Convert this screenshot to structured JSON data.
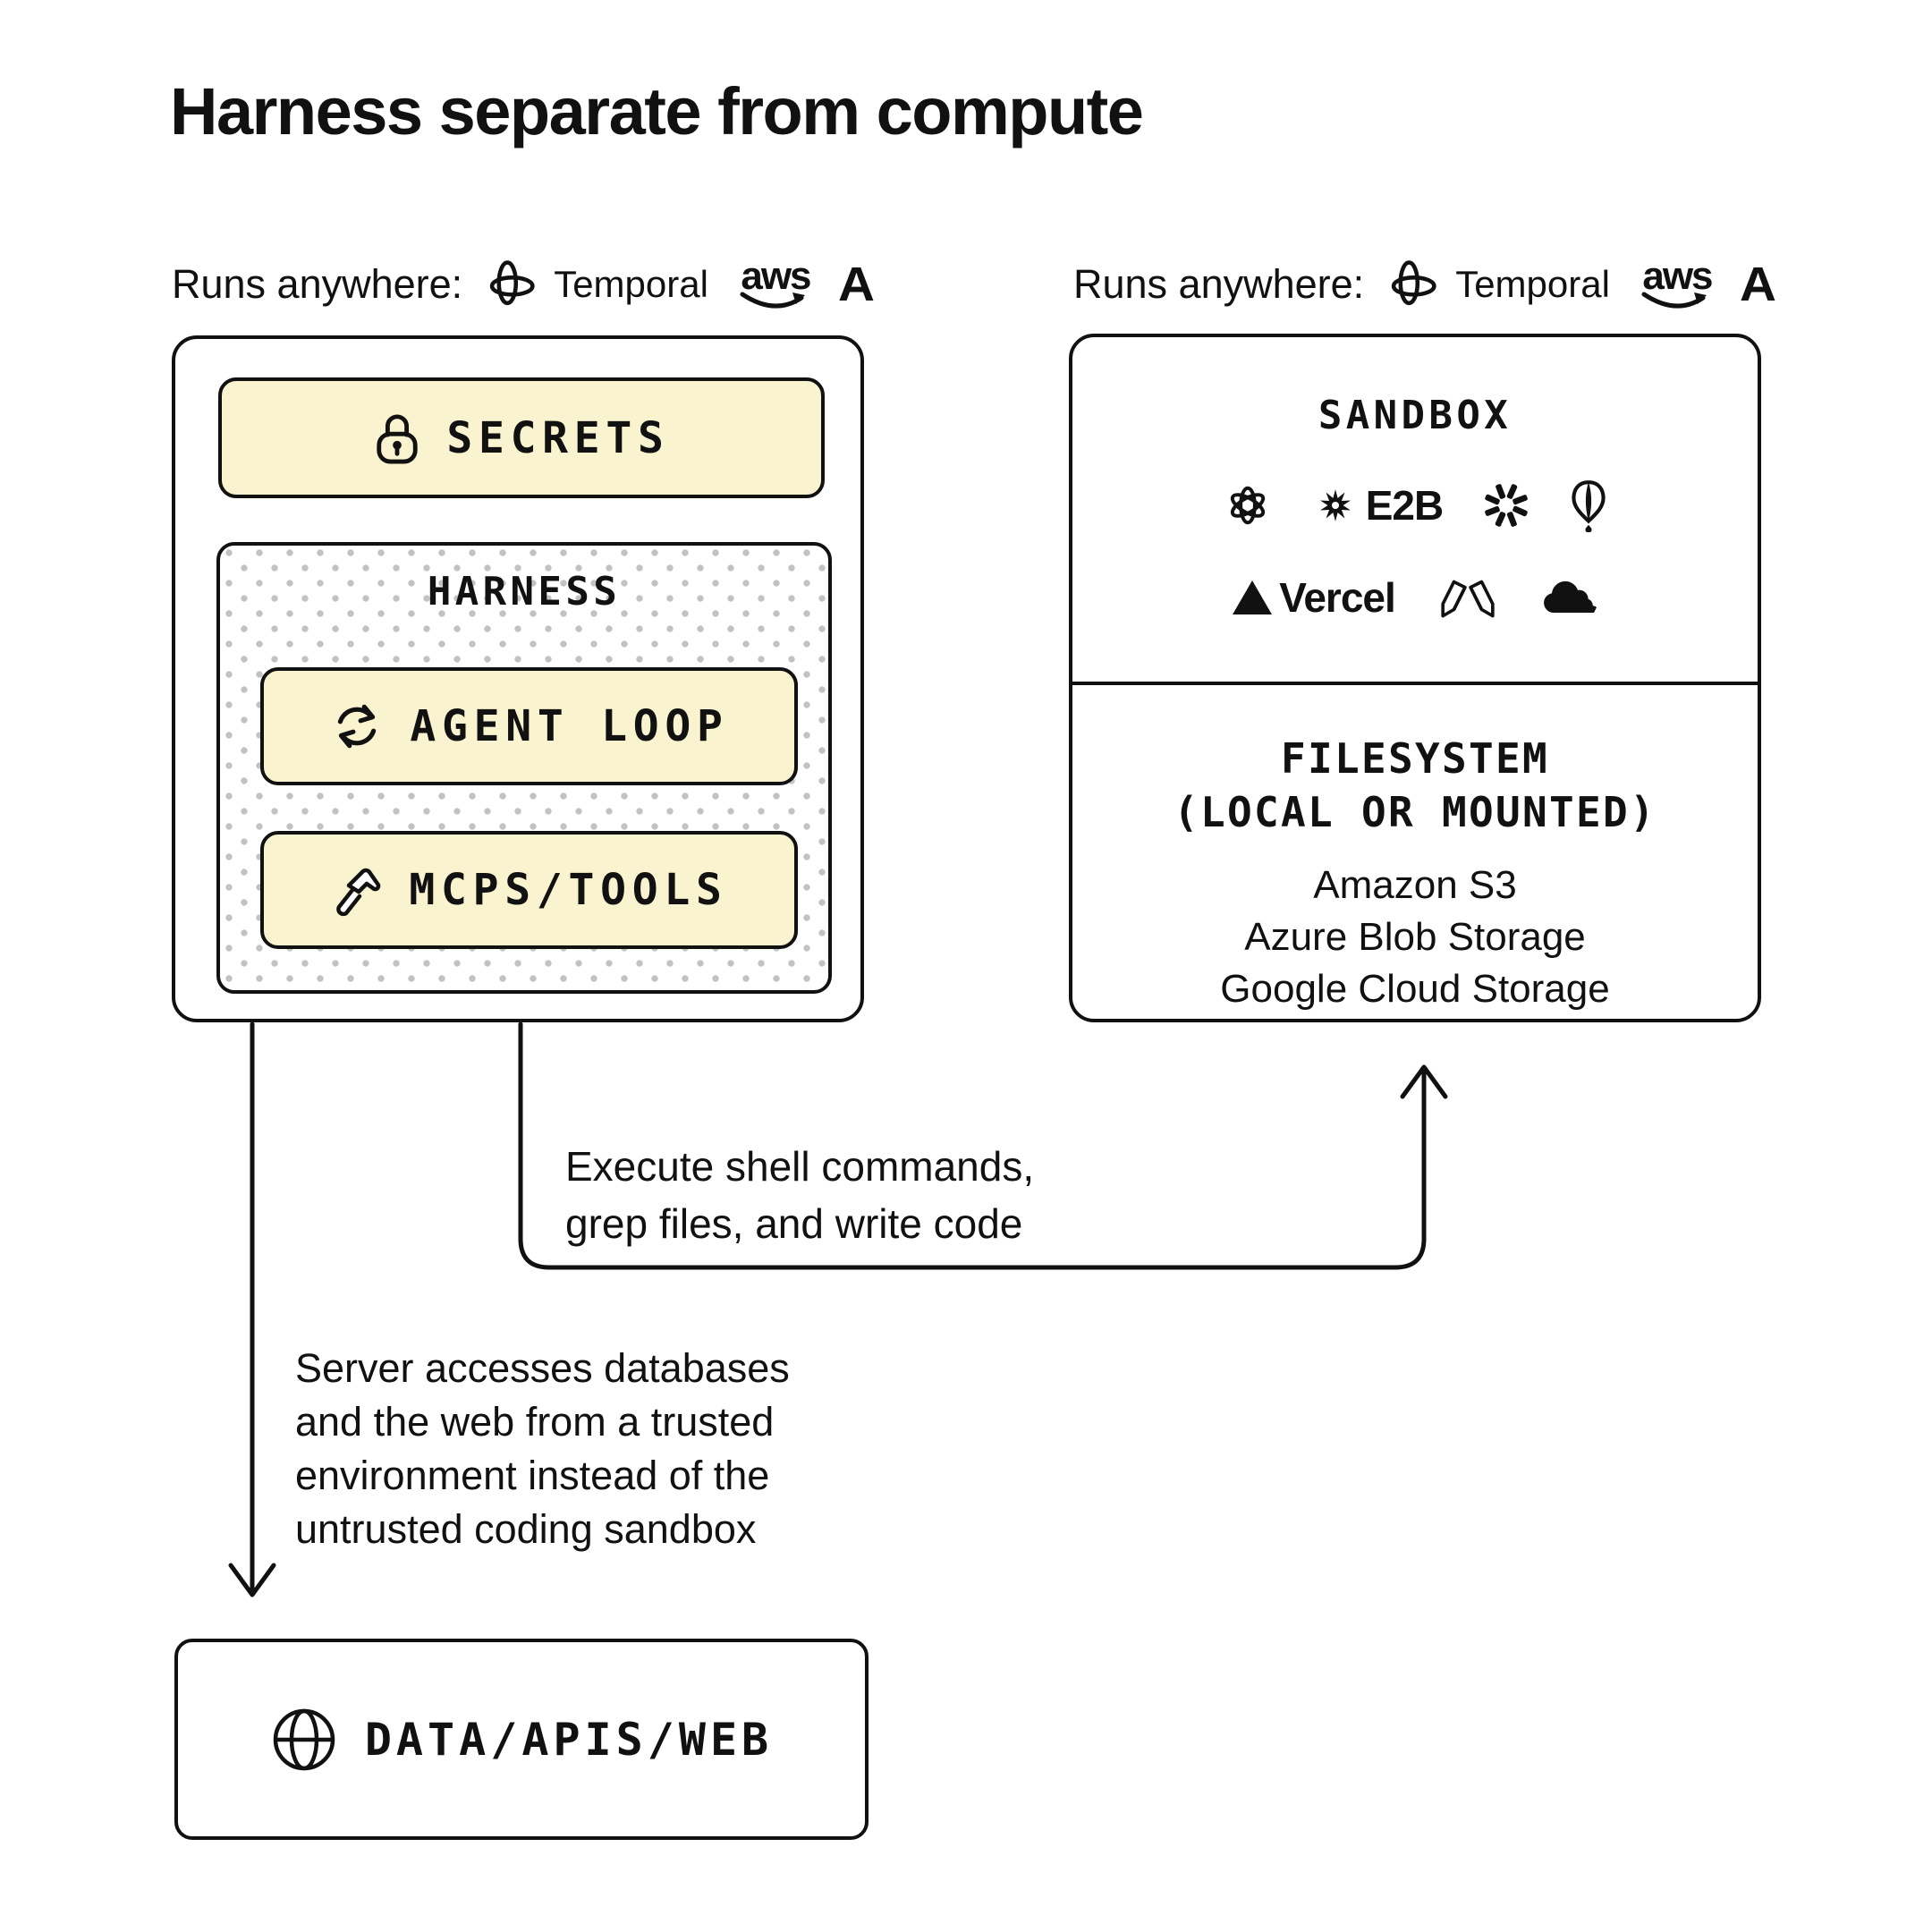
{
  "title": "Harness separate from compute",
  "colors": {
    "ink": "#111111",
    "yellow": "#faf3cf",
    "dot_pattern": "#c2c2c2",
    "background": "#ffffff"
  },
  "runs_anywhere": {
    "label": "Runs anywhere:",
    "temporal_label": "Temporal",
    "aws_label": "aws",
    "anthropic_label": "A",
    "icons": [
      "temporal-icon",
      "aws-logo",
      "anthropic-logo"
    ]
  },
  "left_box": {
    "secrets": {
      "label": "SECRETS",
      "icon": "lock-icon"
    },
    "harness": {
      "title": "HARNESS",
      "agent_loop": {
        "label": "AGENT LOOP",
        "icon": "refresh-icon"
      },
      "mcps_tools": {
        "label": "MCPS/TOOLS",
        "icon": "hammer-icon"
      }
    }
  },
  "right_box": {
    "sandbox": {
      "title": "SANDBOX",
      "e2b_label": "E2B",
      "vercel_label": "Vercel",
      "logos_row1": [
        "openai-logo",
        "e2b-logo",
        "daytona-logo",
        "fly-balloon-logo"
      ],
      "logos_row2": [
        "vercel-logo",
        "modal-logo",
        "cloudflare-logo"
      ]
    },
    "filesystem": {
      "title": "FILESYSTEM\n(LOCAL OR MOUNTED)",
      "items": [
        "Amazon S3",
        "Azure Blob Storage",
        "Google Cloud Storage"
      ]
    }
  },
  "connectors": {
    "execute_label": "Execute shell commands,\ngrep files, and write code",
    "server_note": "Server accesses databases\nand the web from a trusted\nenvironment instead of the\nuntrusted coding sandbox"
  },
  "bottom_box": {
    "label": "DATA/APIS/WEB",
    "icon": "globe-icon"
  }
}
